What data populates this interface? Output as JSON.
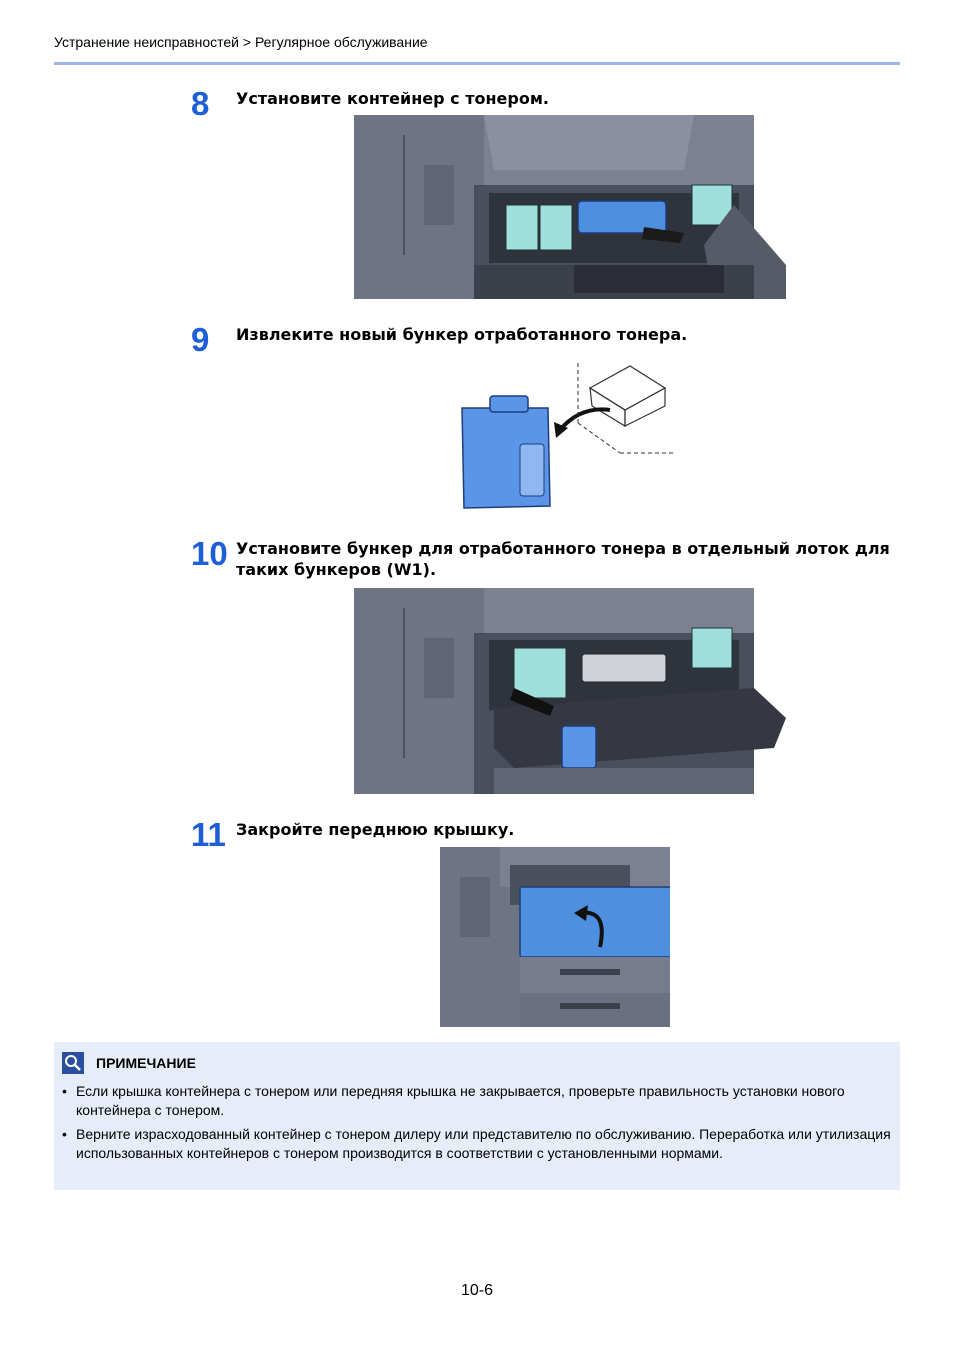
{
  "header": {
    "breadcrumb": "Устранение неисправностей > Регулярное обслуживание"
  },
  "steps": [
    {
      "number": "8",
      "text": "Установите контейнер с тонером."
    },
    {
      "number": "9",
      "text": "Извлеките новый бункер отработанного тонера."
    },
    {
      "number": "10",
      "text": "Установите бункер для отработанного тонера в отдельный лоток для таких бункеров (W1)."
    },
    {
      "number": "11",
      "text": "Закройте переднюю крышку."
    }
  ],
  "note": {
    "title": "ПРИМЕЧАНИЕ",
    "icon": "note-magnifier-icon",
    "items": [
      "Если крышка контейнера с тонером или передняя крышка не закрывается, проверьте правильность установки нового контейнера с тонером.",
      "Верните израсходованный контейнер с тонером дилеру или представителю по обслуживанию. Переработка или утилизация использованных контейнеров с тонером производится в соответствии с установленными нормами."
    ],
    "bullet": "•"
  },
  "footer": {
    "page_number": "10-6"
  },
  "colors": {
    "accent_blue": "#1f5fd6",
    "rule_blue": "#9fb7e8",
    "note_bg": "#e6ecf8",
    "machine_gray": "#6b7180",
    "toner_cyan": "#9fe0df",
    "part_blue": "#4f8fe0"
  }
}
